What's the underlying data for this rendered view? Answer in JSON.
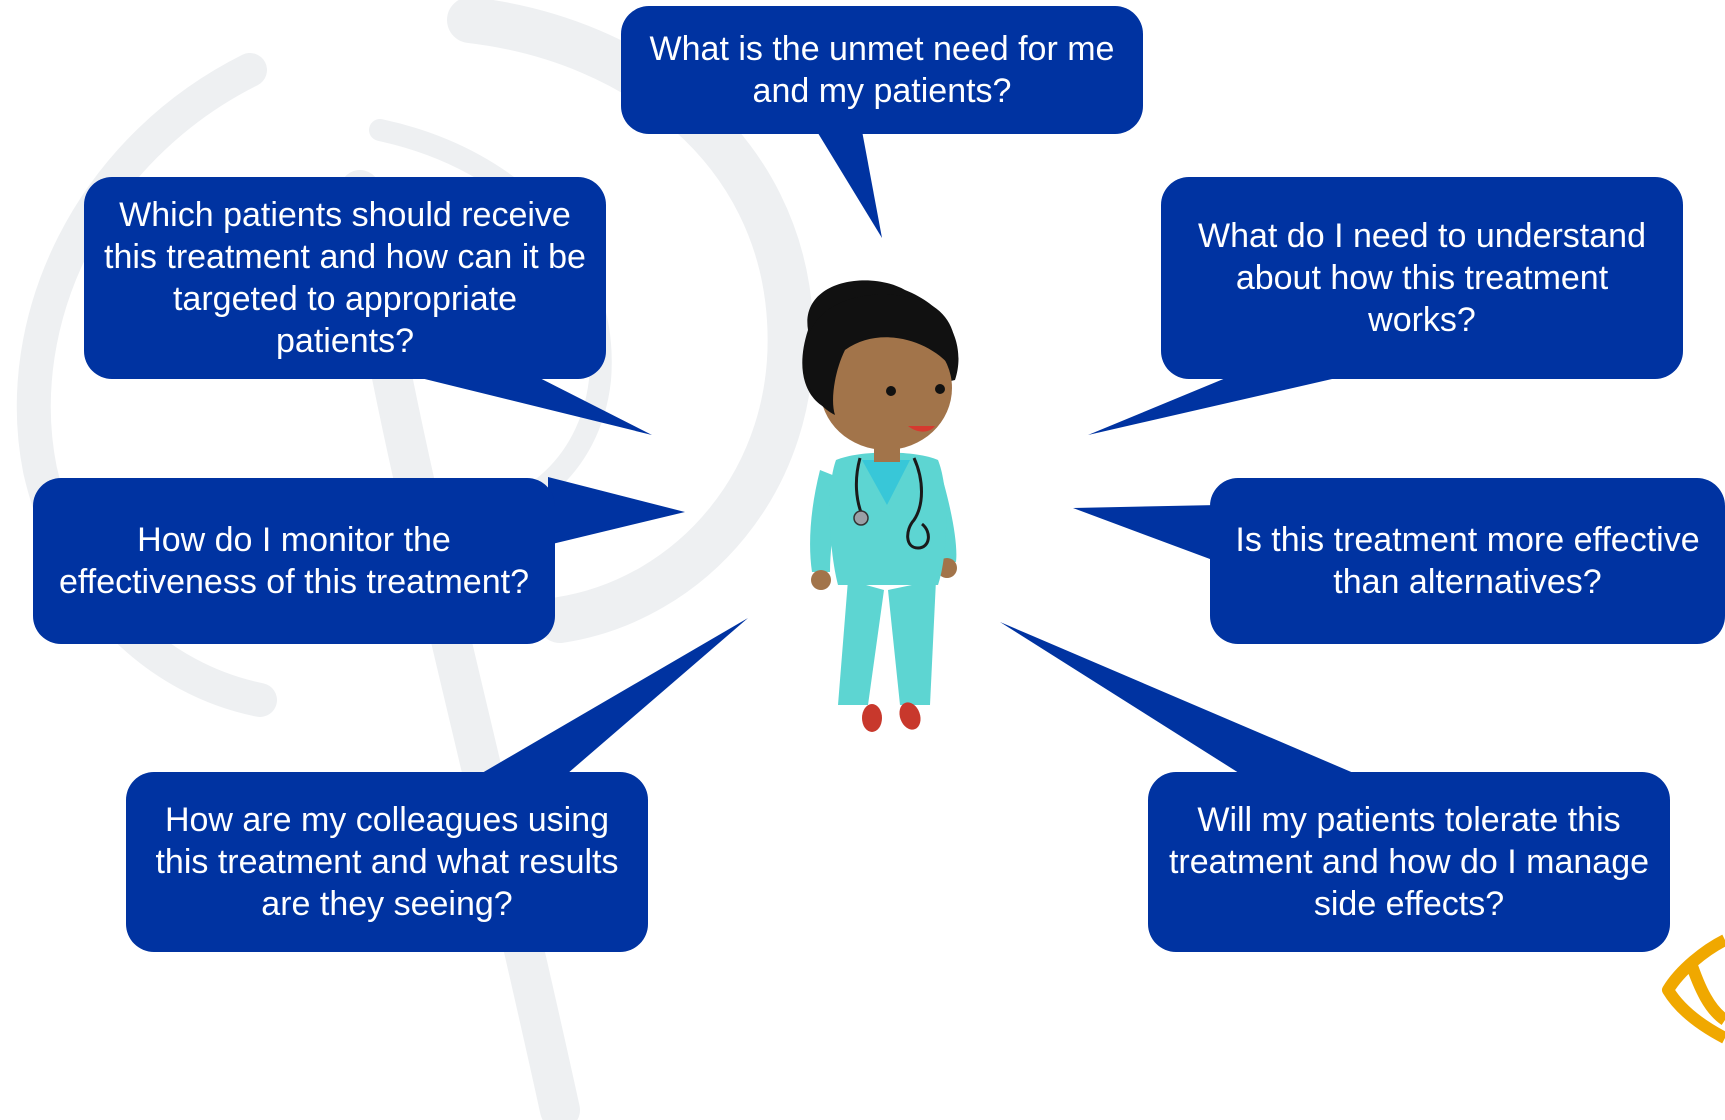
{
  "colors": {
    "bubble": "#0033a1",
    "bubble_text": "#ffffff",
    "scrub": "#5dd5d2",
    "skin": "#a2744a",
    "hair": "#111111",
    "shoes": "#c8382c",
    "watermark": "#eeeff1",
    "logo": "#f0a800"
  },
  "bubbles": {
    "unmet_need": "What is the unmet need for me and my patients?",
    "which_patients": "Which patients should receive this treatment and how can it be targeted to appropriate patients?",
    "how_it_works": "What do I need to understand about how this treatment works?",
    "monitor": "How do I monitor the effectiveness of this treatment?",
    "effectiveness": "Is this treatment more effective than alternatives?",
    "colleagues": "How are my colleagues using this treatment and what results are they seeing?",
    "tolerate": "Will my patients tolerate this treatment and how do I manage side effects?"
  },
  "icons": {
    "figure": "doctor-figure",
    "background": "swirl-watermark",
    "corner": "brand-logo"
  }
}
